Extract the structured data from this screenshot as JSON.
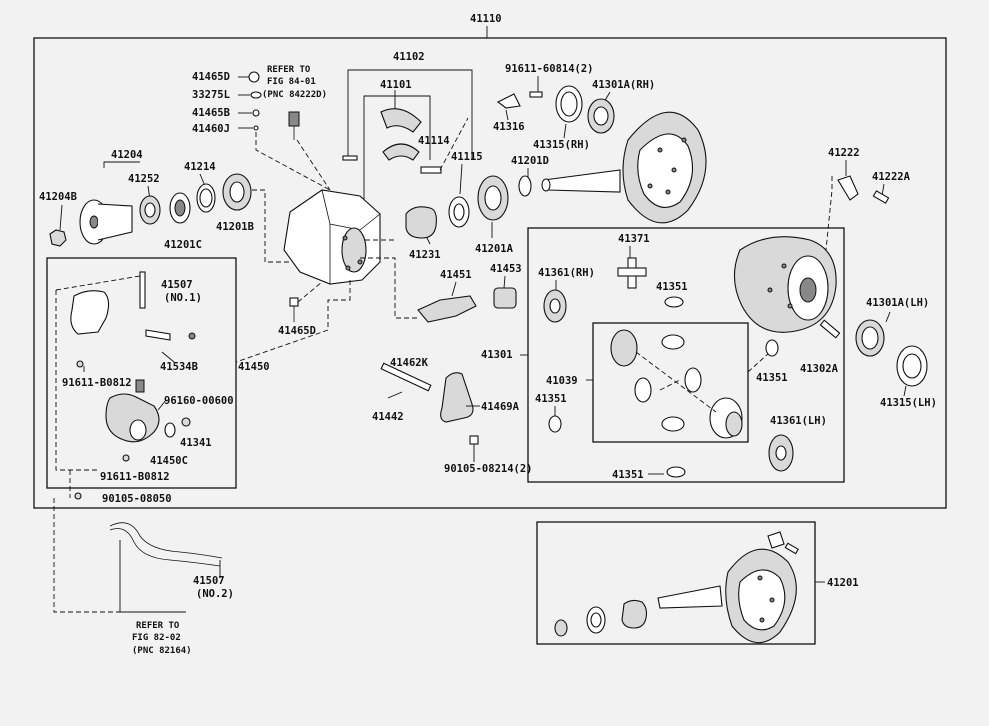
{
  "labels": {
    "assembly": "41110",
    "p41102": "41102",
    "p41101": "41101",
    "p41114": "41114",
    "p41115": "41115",
    "p41204": "41204",
    "p41204B": "41204B",
    "p41252": "41252",
    "p41214": "41214",
    "p41201C": "41201C",
    "p41201B": "41201B",
    "p41465D_top": "41465D",
    "p33275L": "33275L",
    "p41465B": "41465B",
    "p41460J": "41460J",
    "p91611_60814": "91611-60814(2)",
    "p41301A_RH": "41301A(RH)",
    "p41316": "41316",
    "p41315_RH": "41315(RH)",
    "p41201D": "41201D",
    "p41222": "41222",
    "p41222A": "41222A",
    "p41231": "41231",
    "p41201A": "41201A",
    "p41507_1": "41507",
    "p41507_1_no": "(NO.1)",
    "p41534B": "41534B",
    "p91611_B0812a": "91611-B0812",
    "p96160": "96160-00600",
    "p41341": "41341",
    "p41450C": "41450C",
    "p91611_B0812b": "91611-B0812",
    "p90105_08050": "90105-08050",
    "p41465D_mid": "41465D",
    "p41450": "41450",
    "p41451": "41451",
    "p41453": "41453",
    "p41462K": "41462K",
    "p41442": "41442",
    "p41469A": "41469A",
    "p90105_08214": "90105-08214(2)",
    "p41371": "41371",
    "p41361_RH": "41361(RH)",
    "p41351_a": "41351",
    "p41301": "41301",
    "p41039": "41039",
    "p41351_b": "41351",
    "p41351_c": "41351",
    "p41361_LH": "41361(LH)",
    "p41351_d": "41351",
    "p41302A": "41302A",
    "p41301A_LH": "41301A(LH)",
    "p41315_LH": "41315(LH)",
    "p41507_2": "41507",
    "p41507_2_no": "(NO.2)",
    "p41201": "41201"
  },
  "notes": {
    "ref1_line1": "REFER TO",
    "ref1_line2": "FIG 84-01",
    "ref1_line3": "(PNC 84222D)",
    "ref2_line1": "REFER TO",
    "ref2_line2": "FIG 82-02",
    "ref2_line3": "(PNC 82164)"
  }
}
